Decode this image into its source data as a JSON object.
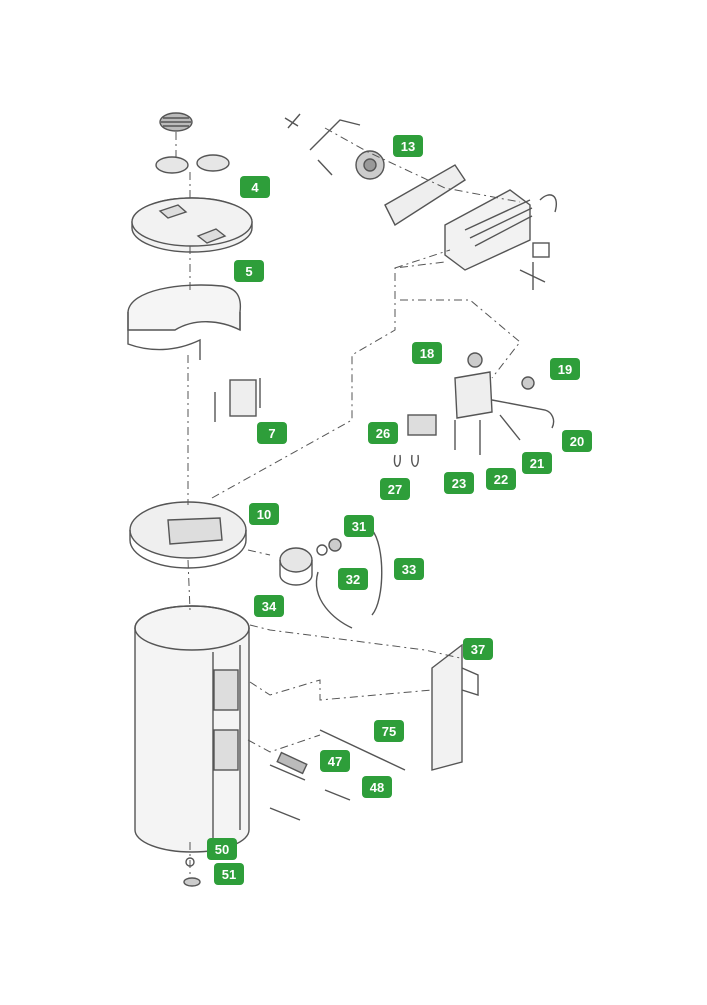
{
  "diagram": {
    "callouts": {
      "c4": "4",
      "c5": "5",
      "c7": "7",
      "c10": "10",
      "c13": "13",
      "c18": "18",
      "c19": "19",
      "c20": "20",
      "c21": "21",
      "c22": "22",
      "c23": "23",
      "c26": "26",
      "c27": "27",
      "c31": "31",
      "c32": "32",
      "c33": "33",
      "c34": "34",
      "c37": "37",
      "c47": "47",
      "c48": "48",
      "c50": "50",
      "c51": "51",
      "c75": "75"
    },
    "colors": {
      "callout": "#2e9e3a",
      "line": "#555555",
      "part_fill": "#e6e6e6"
    }
  }
}
